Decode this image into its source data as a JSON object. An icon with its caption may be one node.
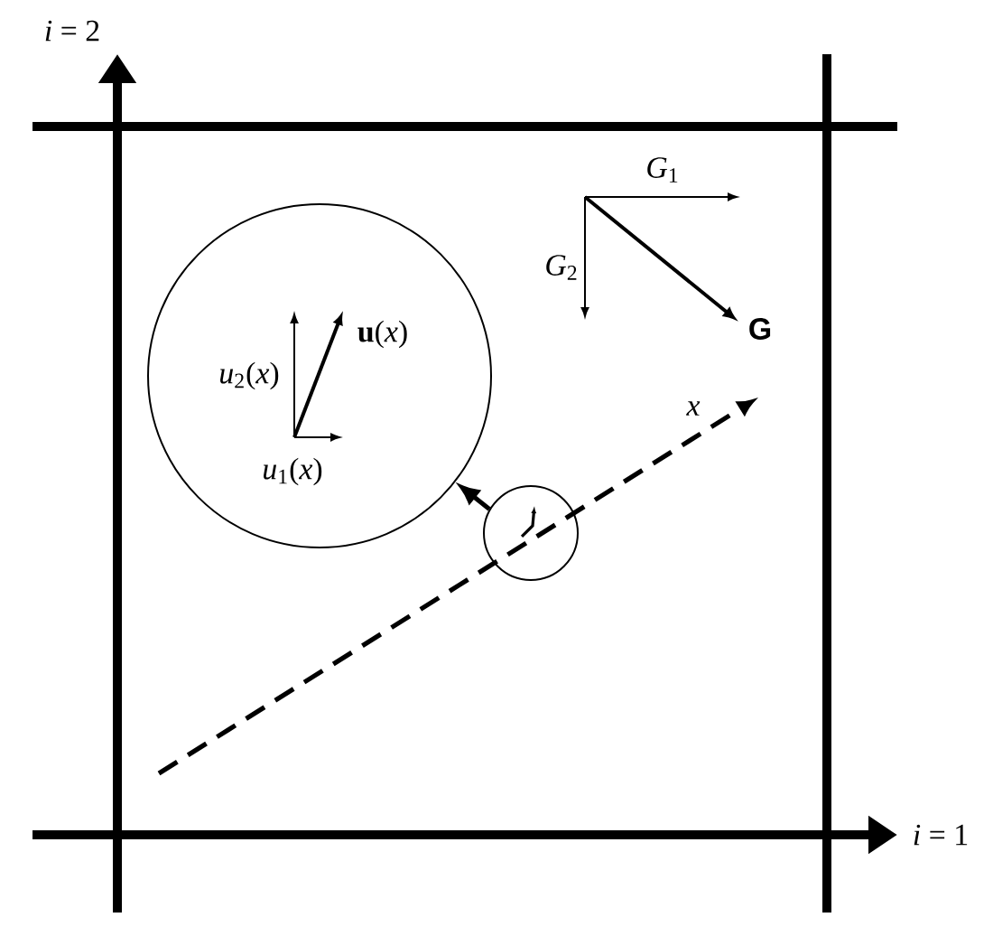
{
  "diagram": {
    "nodes": [
      {
        "text": [],
        "shape": "circle"
      },
      {
        "text": [],
        "shape": "circle"
      }
    ],
    "edges": [
      {
        "from": 1,
        "to": 0,
        "arrow": "to"
      }
    ],
    "labels": [
      "*i* = 2",
      "*G*$_{1}$",
      "*G*$_{2}$",
      "G",
      "**u**(*x*)",
      "*u*$_{2}$(*x*)",
      "*x*",
      "*u*$_{1}$(*x*)",
      "*i* = 1"
    ]
  }
}
